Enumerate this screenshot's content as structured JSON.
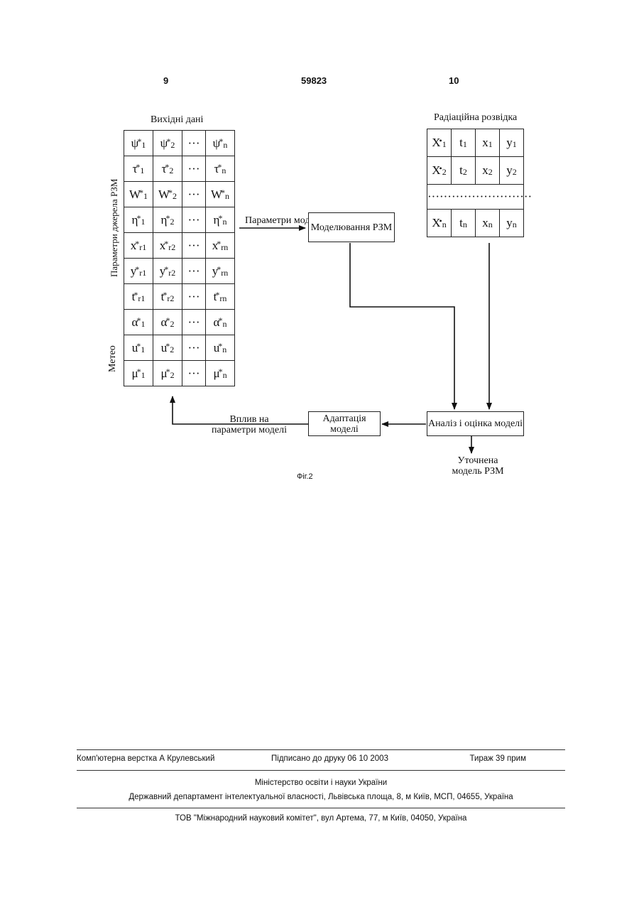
{
  "header": {
    "left_page": "9",
    "doc_number": "59823",
    "right_page": "10"
  },
  "diagram": {
    "source_title": "Вихідні дані",
    "recon_title": "Радіаційна розвідка",
    "side_label_top": "Параметри джерела РЗМ",
    "side_label_bottom": "Метео",
    "source_rows": [
      [
        [
          "ψ",
          "1",
          "*"
        ],
        [
          "ψ",
          "2",
          "*"
        ],
        [
          "···",
          "",
          ""
        ],
        [
          "ψ",
          "n",
          "*"
        ]
      ],
      [
        [
          "τ",
          "1",
          "*"
        ],
        [
          "τ",
          "2",
          "*"
        ],
        [
          "···",
          "",
          ""
        ],
        [
          "τ",
          "n",
          "*"
        ]
      ],
      [
        [
          "W",
          "1",
          "*"
        ],
        [
          "W",
          "2",
          "*"
        ],
        [
          "···",
          "",
          ""
        ],
        [
          "W",
          "n",
          "*"
        ]
      ],
      [
        [
          "η",
          "1",
          "*"
        ],
        [
          "η",
          "2",
          "*"
        ],
        [
          "···",
          "",
          ""
        ],
        [
          "η",
          "n",
          "*"
        ]
      ],
      [
        [
          "x",
          "r1",
          "*"
        ],
        [
          "x",
          "r2",
          "*"
        ],
        [
          "···",
          "",
          ""
        ],
        [
          "x",
          "rn",
          "*"
        ]
      ],
      [
        [
          "y",
          "r1",
          "*"
        ],
        [
          "y",
          "r2",
          "*"
        ],
        [
          "···",
          "",
          ""
        ],
        [
          "y",
          "rn",
          "*"
        ]
      ],
      [
        [
          "t",
          "r1",
          "*"
        ],
        [
          "t",
          "r2",
          "*"
        ],
        [
          "···",
          "",
          ""
        ],
        [
          "t",
          "rn",
          "*"
        ]
      ],
      [
        [
          "α",
          "1",
          "*"
        ],
        [
          "α",
          "2",
          "*"
        ],
        [
          "···",
          "",
          ""
        ],
        [
          "α",
          "n",
          "*"
        ]
      ],
      [
        [
          "u",
          "1",
          "*"
        ],
        [
          "u",
          "2",
          "*"
        ],
        [
          "···",
          "",
          ""
        ],
        [
          "u",
          "n",
          "*"
        ]
      ],
      [
        [
          "μ",
          "1",
          "*"
        ],
        [
          "μ",
          "2",
          "*"
        ],
        [
          "···",
          "",
          ""
        ],
        [
          "μ",
          "n",
          "*"
        ]
      ]
    ],
    "recon_rows": [
      [
        [
          "X",
          "1",
          "•"
        ],
        [
          "t",
          "1",
          ""
        ],
        [
          "x",
          "1",
          ""
        ],
        [
          "y",
          "1",
          ""
        ]
      ],
      [
        [
          "X",
          "2",
          "•"
        ],
        [
          "t",
          "2",
          ""
        ],
        [
          "x",
          "2",
          ""
        ],
        [
          "y",
          "2",
          ""
        ]
      ],
      "separator",
      [
        [
          "X",
          "n",
          "•"
        ],
        [
          "t",
          "n",
          ""
        ],
        [
          "x",
          "n",
          ""
        ],
        [
          "y",
          "n",
          ""
        ]
      ]
    ],
    "recon_separator": "··························",
    "arrow_params_label": "Параметри моделі",
    "box_modeling": "Моделювання РЗМ",
    "box_analysis": "Аналіз і оцінка моделі",
    "box_adaptation": "Адаптація моделі",
    "arrow_influence_label": "Вплив на параметри моделі",
    "output_label": "Уточнена модель РЗМ",
    "figure_caption": "Фіг.2"
  },
  "footer": {
    "layout": "Комп'ютерна верстка А  Крулевський",
    "signed": "Підписано до друку 06 10 2003",
    "print_run": "Тираж 39 прим",
    "ministry": "Міністерство освіти і науки України",
    "department": "Державний департамент інтелектуальної власності, Львівська площа, 8, м  Київ, МСП, 04655, Україна",
    "publisher": "ТОВ \"Міжнародний науковий комітет\", вул  Артема, 77, м  Київ, 04050, Україна"
  }
}
